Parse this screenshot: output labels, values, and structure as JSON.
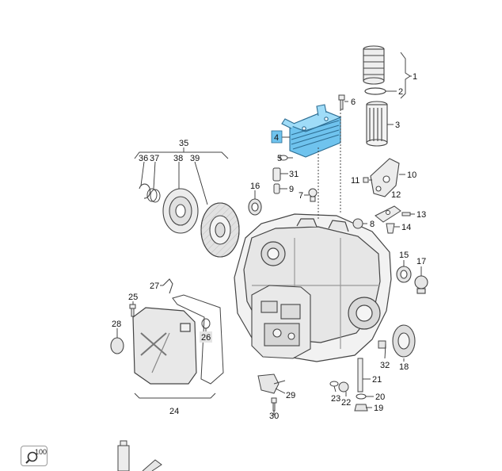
{
  "callouts": {
    "c1": "1",
    "c2": "2",
    "c3": "3",
    "c4": "4",
    "c5": "5",
    "c6": "6",
    "c7": "7",
    "c8": "8",
    "c9": "9",
    "c10": "10",
    "c11": "11",
    "c12": "12",
    "c13": "13",
    "c14": "14",
    "c15": "15",
    "c16": "16",
    "c17": "17",
    "c18": "18",
    "c19": "19",
    "c20": "20",
    "c21": "21",
    "c22": "22",
    "c23": "23",
    "c24": "24",
    "c25": "25",
    "c26": "26",
    "c27": "27",
    "c28": "28",
    "c29": "29",
    "c30": "30",
    "c31": "31",
    "c32": "32",
    "c35": "35",
    "c36": "36",
    "c37": "37",
    "c38": "38",
    "c39": "39"
  },
  "highlight": {
    "color": "#6fc3ee",
    "part": "4"
  },
  "zoom": {
    "label": "100",
    "icon": "zoom-icon"
  }
}
